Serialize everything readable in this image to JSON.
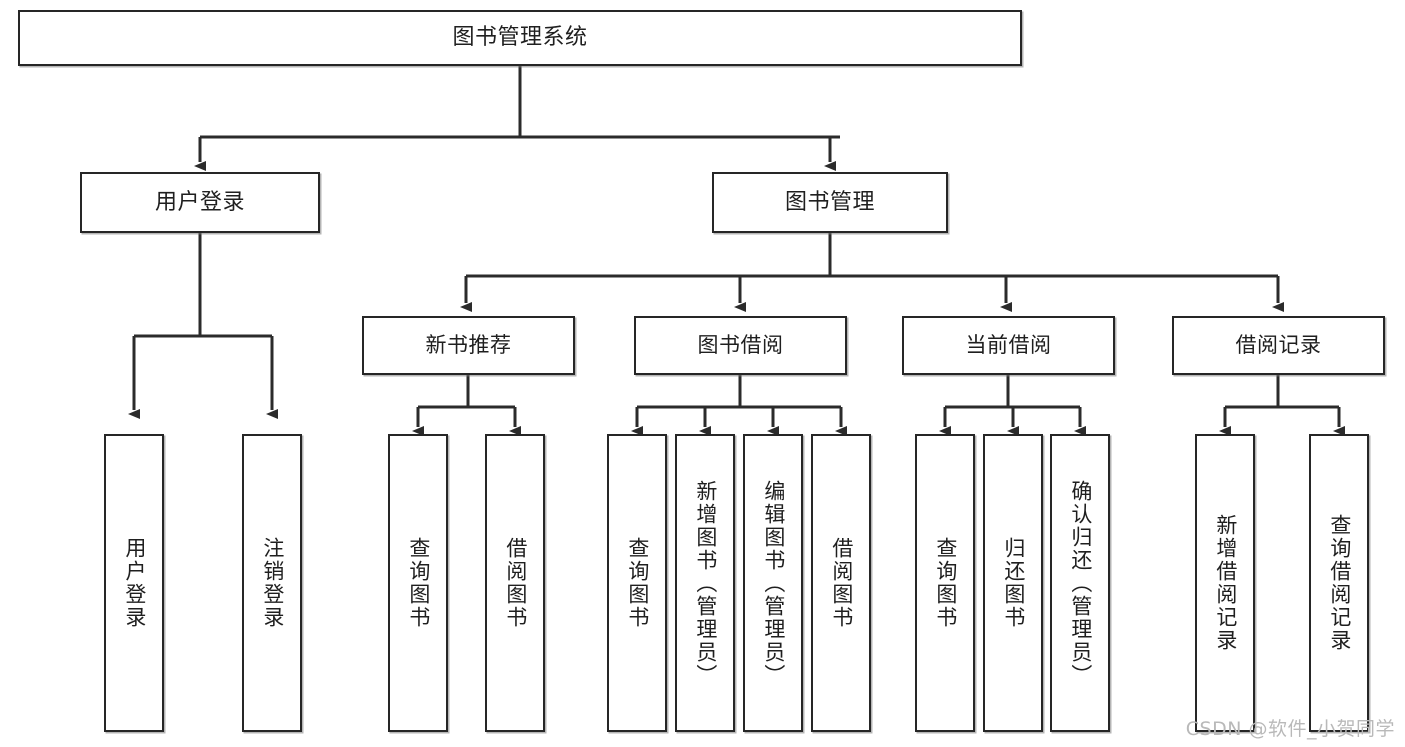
{
  "diagram": {
    "type": "tree",
    "title": "图书管理系统",
    "root": {
      "label": "图书管理系统"
    },
    "level2": [
      {
        "label": "用户登录"
      },
      {
        "label": "图书管理"
      }
    ],
    "level3": [
      {
        "label": "新书推荐"
      },
      {
        "label": "图书借阅"
      },
      {
        "label": "当前借阅"
      },
      {
        "label": "借阅记录"
      }
    ],
    "leaves": {
      "user_login": [
        {
          "label": "用户登录"
        },
        {
          "label": "注销登录"
        }
      ],
      "new_book_recommend": [
        {
          "label": "查询图书"
        },
        {
          "label": "借阅图书"
        }
      ],
      "book_borrow": [
        {
          "label": "查询图书"
        },
        {
          "label": "新增图书（管理员）"
        },
        {
          "label": "编辑图书（管理员）"
        },
        {
          "label": "借阅图书"
        }
      ],
      "current_borrow": [
        {
          "label": "查询图书"
        },
        {
          "label": "归还图书"
        },
        {
          "label": "确认归还（管理员）"
        }
      ],
      "borrow_records": [
        {
          "label": "新增借阅记录"
        },
        {
          "label": "查询借阅记录"
        }
      ]
    }
  },
  "watermark": {
    "text": "CSDN @软件_小贺同学"
  },
  "colors": {
    "box_border": "#262626",
    "box_fill": "#ffffff",
    "edge": "#2b2b2b",
    "text": "#1f1f1f",
    "watermark": "#b9b9b9"
  }
}
